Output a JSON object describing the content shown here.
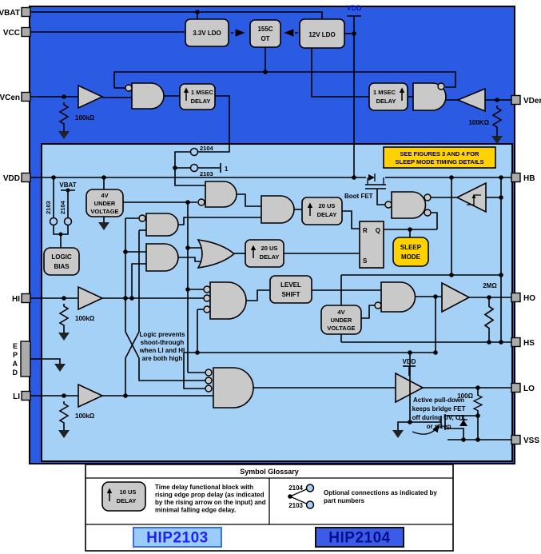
{
  "colors": {
    "dark_blue": "#2b5be3",
    "light_blue": "#a6d1f7",
    "block_gray": "#c9c9c9",
    "pin_gray": "#ababab",
    "yellow": "#ffd200",
    "hip2103_fill": "#99ccff",
    "hip2103_text": "#1f1fff",
    "hip2103_border": "#3a6df0",
    "hip2104_fill": "#3b5ce8",
    "hip2104_text": "#000e8c",
    "vdd_text": "#0018c8"
  },
  "pins": {
    "left": {
      "vbat": "VBAT",
      "vcc": "VCC",
      "vcen": "VCen",
      "vdd": "VDD",
      "hi": "HI",
      "li": "LI"
    },
    "epad": {
      "e": "E",
      "p": "P",
      "a": "A",
      "d": "D"
    },
    "right": {
      "vden": "VDen",
      "hb": "HB",
      "ho": "HO",
      "hs": "HS",
      "lo": "LO",
      "vss": "VSS"
    }
  },
  "top": {
    "ldo33": "3.3V LDO",
    "ot": [
      "155C",
      "OT"
    ],
    "ldo12": "12V LDO",
    "vdd_rail": "VDD",
    "delay_1ms": [
      "1 MSEC",
      "DELAY"
    ],
    "r_vcen": "100kΩ",
    "r_vden": "100KΩ"
  },
  "logic": {
    "vbat_tap": "VBAT",
    "p2103": "2103",
    "p2104": "2104",
    "node1": "1",
    "uv": [
      "4V",
      "UNDER",
      "VOLTAGE"
    ],
    "logic_bias": [
      "LOGIC",
      "BIAS"
    ],
    "delay_20us": [
      "20 US",
      "DELAY"
    ],
    "level_shift": [
      "LEVEL",
      "SHIFT"
    ],
    "boot_fet": "Boot FET",
    "sleep_note": [
      "SEE FIGURES 3 AND 4 FOR",
      "SLEEP MODE TIMING DETAILS"
    ],
    "sleep_mode": [
      "SLEEP",
      "MODE"
    ],
    "ff": {
      "r": "R",
      "q": "Q",
      "s": "S"
    },
    "vdd_small": "VDD",
    "r_hi": "100kΩ",
    "r_li": "100kΩ",
    "r_2m": "2MΩ",
    "r_100": "100Ω",
    "shoot_through": [
      "Logic prevents",
      "shoot-through",
      "when LI and HI",
      "are both high"
    ],
    "pulldown": [
      "Active pull-down",
      "keeps bridge FET",
      "off during UV, OT,",
      "or sleep"
    ]
  },
  "glossary": {
    "title": "Symbol Glossary",
    "delay_10us": [
      "10 US",
      "DELAY"
    ],
    "desc": [
      "Time delay functional block with",
      "rising edge prop delay (as indicated",
      "by the rising arrow on the input) and",
      "minimal falling edge delay."
    ],
    "p2104": "2104",
    "p2103": "2103",
    "optional": [
      "Optional connections as indicated by",
      "part numbers"
    ],
    "hip2103": "HIP2103",
    "hip2104": "HIP2104"
  }
}
